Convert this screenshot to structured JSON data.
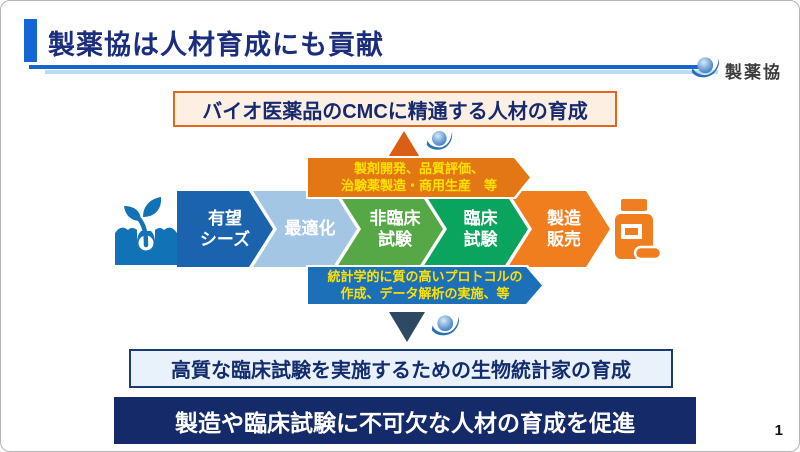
{
  "slide": {
    "title": "製薬協は人材育成にも貢献",
    "logo_text": "製薬協",
    "page_number": "1"
  },
  "headings": {
    "cmc_box": "バイオ医薬品のCMCに精通する人材の育成",
    "biostat_box": "高質な臨床試験を実施するための生物統計家の育成",
    "bottom_banner": "製造や臨床試験に不可欠な人材の育成を促進"
  },
  "callouts": {
    "top": {
      "line1": "製剤開発、品質評価、",
      "line2": "治験薬製造・商用生産　等"
    },
    "bottom": {
      "line1": "統計学的に質の高いプロトコルの",
      "line2": "作成、データ解析の実施、等"
    }
  },
  "flow": {
    "steps": [
      {
        "line1": "有望",
        "line2": "シーズ",
        "color": "#1b63ad"
      },
      {
        "line1": "最適化",
        "line2": "",
        "color": "#a3c6e4"
      },
      {
        "line1": "非臨床",
        "line2": "試験",
        "color": "#56a847"
      },
      {
        "line1": "臨床",
        "line2": "試験",
        "color": "#0aa45e"
      },
      {
        "line1": "製造",
        "line2": "販売",
        "color": "#f07d1e"
      }
    ],
    "start_icon": "seedling-icon",
    "end_icon": "pill-bottle-icon"
  },
  "colors": {
    "title_text": "#1b2d7d",
    "accent_bar": "#1565d6",
    "rule_dark": "#1566c8",
    "rule_light": "#bcdcf4",
    "cmc_border": "#e2661b",
    "cmc_bg": "#fdf0e3",
    "callout_top_bg": "#e27713",
    "callout_bottom_bg": "#1b70b8",
    "callout_text": "#ffe100",
    "triangle_up": "#da5e14",
    "triangle_down": "#2e4a63",
    "biostat_border": "#1b3a74",
    "biostat_bg": "#e9f1fb",
    "banner_bg": "#152a68",
    "plant_icon": "#1173b5",
    "bottle_icon": "#f07d1e",
    "logo_sphere": "#5b93cc",
    "logo_swoosh": "#2a72b8"
  }
}
